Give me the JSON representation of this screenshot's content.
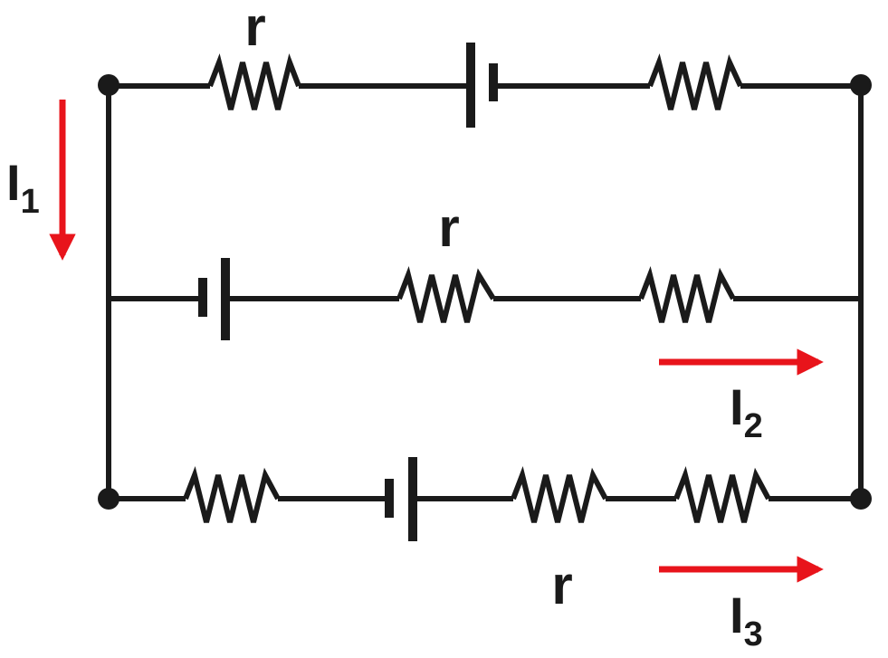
{
  "labels": {
    "r_top": "r",
    "r_middle": "r",
    "r_bottom": "r",
    "I1_main": "I",
    "I1_sub": "1",
    "I2_main": "I",
    "I2_sub": "2",
    "I3_main": "I",
    "I3_sub": "3"
  },
  "colors": {
    "wire": "#1a1a1a",
    "arrow": "#e8141b",
    "background": "#ffffff"
  }
}
